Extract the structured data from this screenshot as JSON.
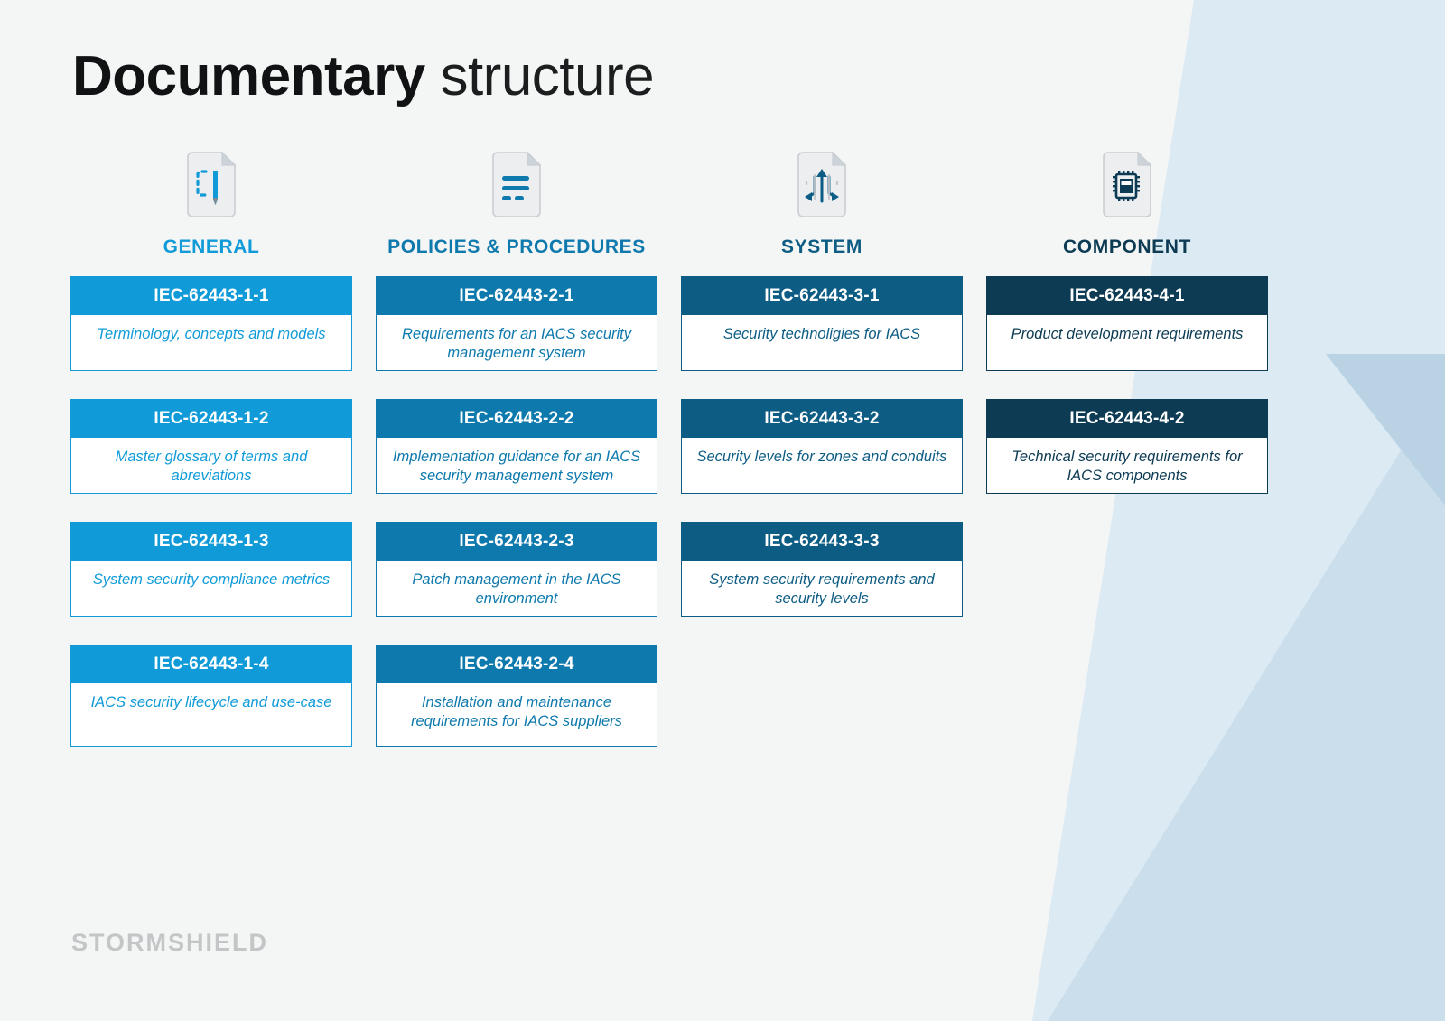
{
  "title": {
    "bold": "Documentary",
    "light": "structure"
  },
  "logo": "STORMSHIELD",
  "palette": {
    "general": "#109bd8",
    "policies": "#0e79ad",
    "system": "#0d5c84",
    "component": "#0d3b54",
    "page_bg": "#f4f5f5",
    "wedge_light": "#dceaf4",
    "wedge_mid": "#cbdeec",
    "wedge_dark": "#b9d3e5",
    "logo_gray": "#c3c5c7"
  },
  "columns": [
    {
      "key": "general",
      "title": "GENERAL",
      "icon": "document-pencil-icon",
      "color": "#109bd8",
      "cards": [
        {
          "code": "IEC-62443-1-1",
          "desc": "Terminology, concepts and models"
        },
        {
          "code": "IEC-62443-1-2",
          "desc": "Master glossary of terms and abreviations"
        },
        {
          "code": "IEC-62443-1-3",
          "desc": "System security compliance metrics"
        },
        {
          "code": "IEC-62443-1-4",
          "desc": "IACS security lifecycle and use-case"
        }
      ]
    },
    {
      "key": "policies",
      "title": "POLICIES & PROCEDURES",
      "icon": "document-lines-icon",
      "color": "#0e79ad",
      "cards": [
        {
          "code": "IEC-62443-2-1",
          "desc": "Requirements for an IACS security management system"
        },
        {
          "code": "IEC-62443-2-2",
          "desc": "Implementation guidance for an IACS security management system"
        },
        {
          "code": "IEC-62443-2-3",
          "desc": "Patch management in the IACS environment"
        },
        {
          "code": "IEC-62443-2-4",
          "desc": "Installation and maintenance requirements for IACS suppliers"
        }
      ]
    },
    {
      "key": "system",
      "title": "SYSTEM",
      "icon": "document-arrows-icon",
      "color": "#0d5c84",
      "cards": [
        {
          "code": "IEC-62443-3-1",
          "desc": "Security technoligies for IACS"
        },
        {
          "code": "IEC-62443-3-2",
          "desc": "Security levels for zones and conduits"
        },
        {
          "code": "IEC-62443-3-3",
          "desc": "System security requirements and security levels"
        }
      ]
    },
    {
      "key": "component",
      "title": "COMPONENT",
      "icon": "document-chip-icon",
      "color": "#0d3b54",
      "cards": [
        {
          "code": "IEC-62443-4-1",
          "desc": "Product development requirements"
        },
        {
          "code": "IEC-62443-4-2",
          "desc": "Technical security requirements for IACS components"
        }
      ]
    }
  ]
}
